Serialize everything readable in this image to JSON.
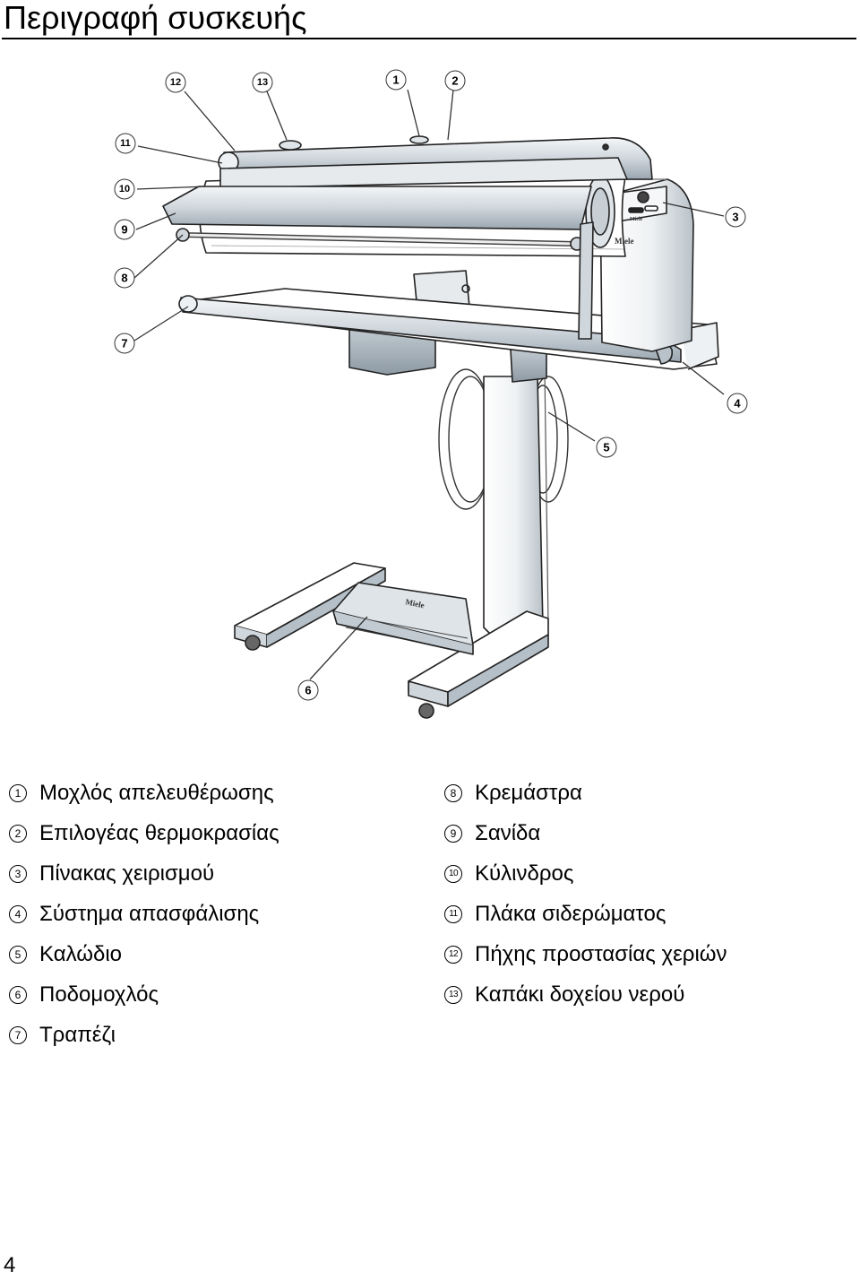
{
  "page": {
    "title": "Περιγραφή συσκευής",
    "page_number": "4"
  },
  "figure": {
    "callouts": [
      "1",
      "2",
      "3",
      "4",
      "5",
      "6",
      "7",
      "8",
      "9",
      "10",
      "11",
      "12",
      "13"
    ],
    "brand_marks": [
      "Miele",
      "Miele",
      "Miele"
    ]
  },
  "legend": {
    "left": [
      {
        "num": "1",
        "label": "Μοχλός απελευθέρωσης"
      },
      {
        "num": "2",
        "label": "Επιλογέας θερμοκρασίας"
      },
      {
        "num": "3",
        "label": "Πίνακας χειρισμού"
      },
      {
        "num": "4",
        "label": "Σύστημα απασφάλισης"
      },
      {
        "num": "5",
        "label": "Καλώδιο"
      },
      {
        "num": "6",
        "label": "Ποδομοχλός"
      },
      {
        "num": "7",
        "label": "Τραπέζι"
      }
    ],
    "right": [
      {
        "num": "8",
        "label": "Κρεμάστρα"
      },
      {
        "num": "9",
        "label": "Σανίδα"
      },
      {
        "num": "10",
        "label": "Κύλινδρος"
      },
      {
        "num": "11",
        "label": "Πλάκα σιδερώματος"
      },
      {
        "num": "12",
        "label": "Πήχης προστασίας χεριών"
      },
      {
        "num": "13",
        "label": "Καπάκι δοχείου νερού"
      }
    ]
  }
}
